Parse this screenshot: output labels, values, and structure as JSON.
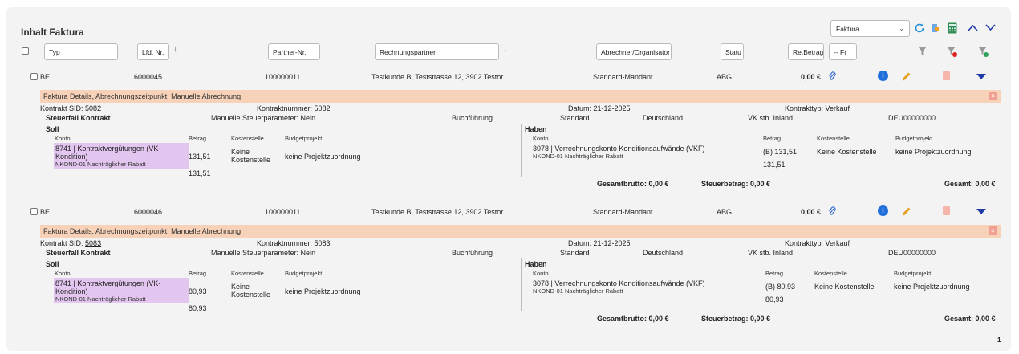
{
  "title": "Inhalt Faktura",
  "toolbar": {
    "select_value": "Faktura",
    "page_number": "1"
  },
  "filters": {
    "typ": "Typ",
    "lfd_nr": "Lfd. Nr.",
    "partner_nr": "Partner-Nr.",
    "rechnungspartner": "Rechnungspartner",
    "abrechner": "Abrechner/Organisator",
    "status": "Statu",
    "re_betrag": "Re.Betrag",
    "fx": "-- F("
  },
  "rows": [
    {
      "typ": "BE",
      "lfd_nr": "6000045",
      "partner_nr": "100000011",
      "rechnungspartner": "Testkunde B, Teststrasse 12, 3902 Testor…",
      "abrechner": "Standard-Mandant",
      "status": "ABG",
      "betrag": "0,00 €",
      "more": "…",
      "banner": "Faktura Details, Abrechnungszeitpunkt: Manuelle Abrechnung",
      "kontrakt_sid_label": "Kontrakt SID:",
      "kontrakt_sid": "5082",
      "kontraktnummer": "Kontraktnummer: 5082",
      "datum": "Datum: 21-12-2025",
      "kontrakttyp": "Kontrakttyp: Verkauf",
      "steuerfall": "Steuerfall Kontrakt",
      "steuerparameter": "Manuelle Steuerparameter: Nein",
      "buchfuehrung": "Buchführung",
      "standard": "Standard",
      "land": "Deutschland",
      "vk": "VK stb. Inland",
      "deu": "DEU00000000",
      "soll": "Soll",
      "haben": "Haben",
      "col_konto": "Konto",
      "col_betrag": "Betrag",
      "col_kostenstelle": "Kostenstelle",
      "col_budget": "Budgetprojekt",
      "soll_konto": "8741 | Kontraktvergütungen (VK-Kondition)",
      "soll_konto_sub": "NKOND-01 Nachträglicher Rabatt",
      "soll_betrag": "131,51",
      "soll_kst": "Keine Kostenstelle",
      "soll_budget": "keine Projektzuordnung",
      "soll_sum": "131,51",
      "haben_konto": "3078 | Verrechnungskonto Konditionsaufwände (VKF)",
      "haben_konto_sub": "NKOND-01 Nachträglicher Rabatt",
      "haben_betrag": "(B) 131,51",
      "haben_kst": "Keine Kostenstelle",
      "haben_budget": "keine Projektzuordnung",
      "haben_sum": "131,51",
      "gesamtbrutto": "Gesamtbrutto: 0,00 €",
      "steuerbetrag": "Steuerbetrag: 0,00 €",
      "gesamt": "Gesamt: 0,00 €"
    },
    {
      "typ": "BE",
      "lfd_nr": "6000046",
      "partner_nr": "100000011",
      "rechnungspartner": "Testkunde B, Teststrasse 12, 3902 Testor…",
      "abrechner": "Standard-Mandant",
      "status": "ABG",
      "betrag": "0,00 €",
      "more": "…",
      "banner": "Faktura Details, Abrechnungszeitpunkt: Manuelle Abrechnung",
      "kontrakt_sid_label": "Kontrakt SID:",
      "kontrakt_sid": "5083",
      "kontraktnummer": "Kontraktnummer: 5083",
      "datum": "Datum: 21-12-2025",
      "kontrakttyp": "Kontrakttyp: Verkauf",
      "steuerfall": "Steuerfall Kontrakt",
      "steuerparameter": "Manuelle Steuerparameter: Nein",
      "buchfuehrung": "Buchführung",
      "standard": "Standard",
      "land": "Deutschland",
      "vk": "VK stb. Inland",
      "deu": "DEU00000000",
      "soll": "Soll",
      "haben": "Haben",
      "col_konto": "Konto",
      "col_betrag": "Betrag",
      "col_kostenstelle": "Kostenstelle",
      "col_budget": "Budgetprojekt",
      "soll_konto": "8741 | Kontraktvergütungen (VK-Kondition)",
      "soll_konto_sub": "NKOND-01 Nachträglicher Rabatt",
      "soll_betrag": "80,93",
      "soll_kst": "Keine Kostenstelle",
      "soll_budget": "keine Projektzuordnung",
      "soll_sum": "80,93",
      "haben_konto": "3078 | Verrechnungskonto Konditionsaufwände (VKF)",
      "haben_konto_sub": "NKOND-01 Nachträglicher Rabatt",
      "haben_betrag": "(B) 80,93",
      "haben_kst": "Keine Kostenstelle",
      "haben_budget": "keine Projektzuordnung",
      "haben_sum": "80,93",
      "gesamtbrutto": "Gesamtbrutto: 0,00 €",
      "steuerbetrag": "Steuerbetrag: 0,00 €",
      "gesamt": "Gesamt: 0,00 €"
    }
  ]
}
